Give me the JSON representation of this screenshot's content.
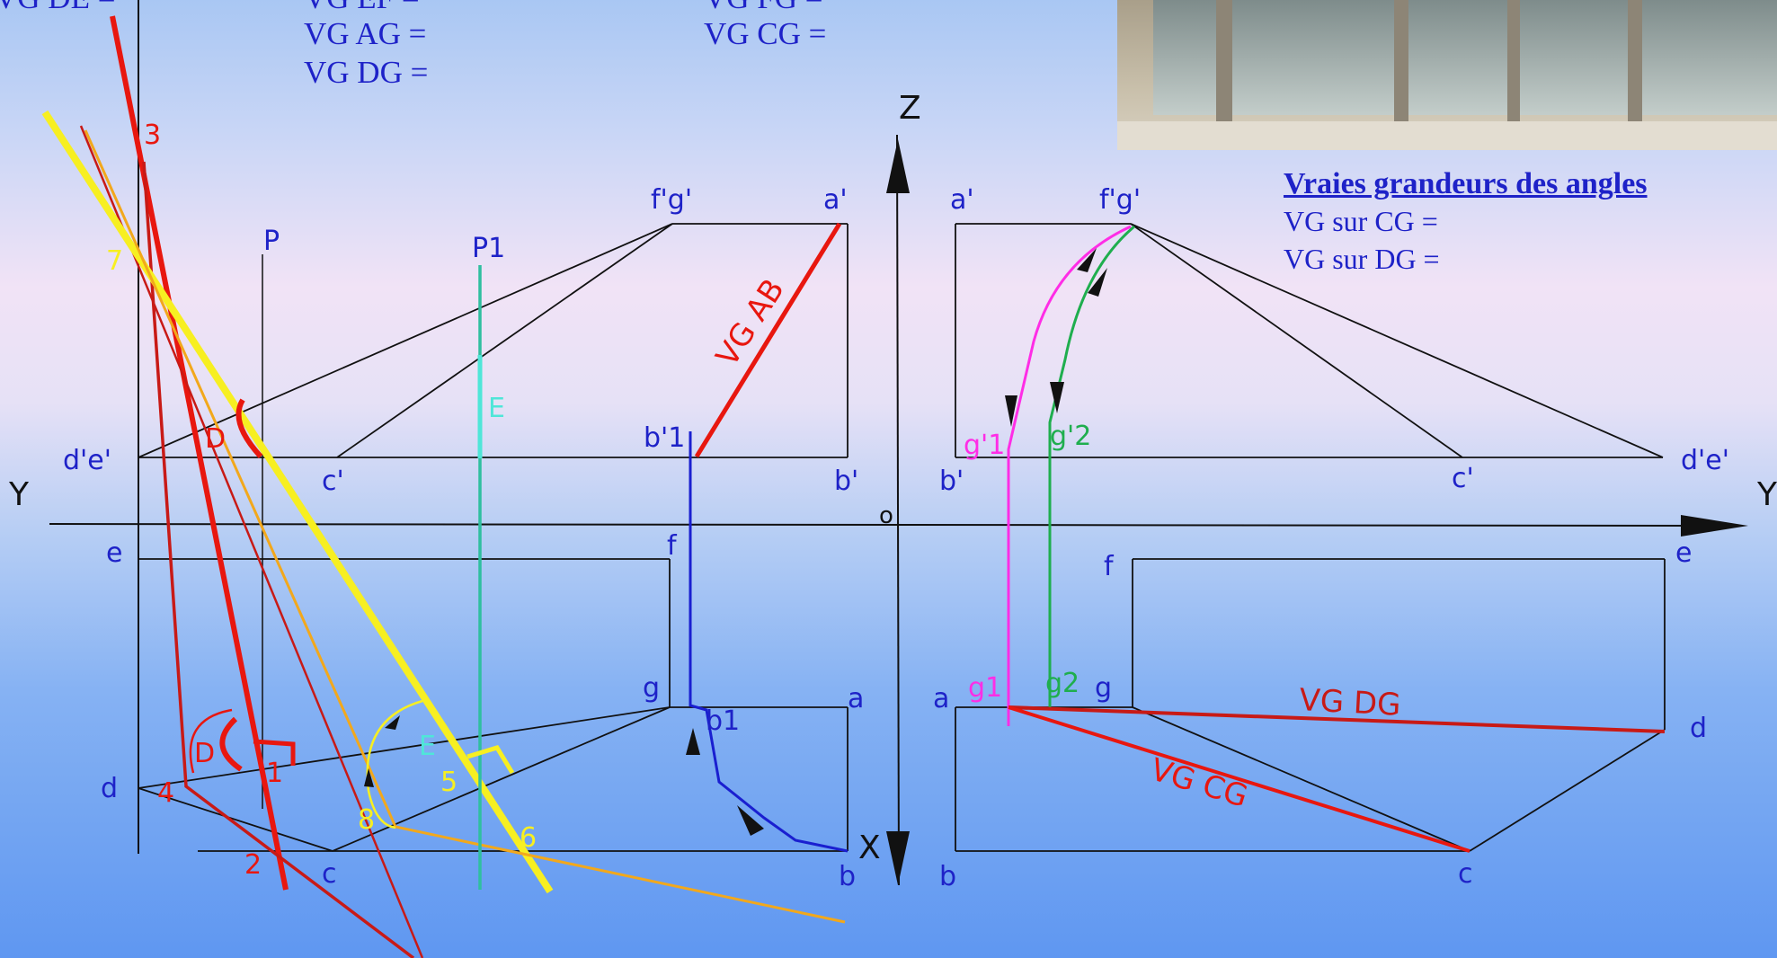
{
  "header": {
    "vg_ef": "VG EF =",
    "vg_fg": "VG FG =",
    "vg_ag": "VG AG =",
    "vg_cg": "VG CG =",
    "vg_dg": "VG DG =",
    "vg_de": "VG DE ="
  },
  "angles_panel": {
    "title": "Vraies grandeurs des angles",
    "cg": "VG sur CG =",
    "dg": "VG sur DG ="
  },
  "axes": {
    "z": "Z",
    "x": "X",
    "y_left": "Y",
    "y_right": "Y",
    "origin": "o"
  },
  "left_view": {
    "fg_top": "f'g'",
    "a_top": "a'",
    "de_top": "d'e'",
    "c_top": "c'",
    "b1_top": "b'1",
    "b_top": "b'",
    "e": "e",
    "f": "f",
    "g": "g",
    "a": "a",
    "b1": "b1",
    "d": "d",
    "c": "c",
    "b": "b",
    "plane_p": "P",
    "plane_p1": "P1"
  },
  "right_view": {
    "a_top": "a'",
    "fg_top": "f'g'",
    "b_top": "b'",
    "g1_top": "g'1",
    "g2_top": "g'2",
    "c_top": "c'",
    "de_top": "d'e'",
    "f": "f",
    "e": "e",
    "a": "a",
    "g1": "g1",
    "g2": "g2",
    "g": "g",
    "d": "d",
    "b": "b",
    "c": "c"
  },
  "annotations": {
    "vg_ab": "VG AB",
    "vg_dg": "VG DG",
    "vg_cg": "VG CG",
    "d_upper": "D",
    "d_lower": "D",
    "e_upper": "E",
    "e_lower": "E",
    "n1": "1",
    "n2": "2",
    "n3": "3",
    "n4": "4",
    "n5": "5",
    "n6": "6",
    "n7": "7",
    "n8": "8"
  },
  "colors": {
    "construction_red": "#e8170f",
    "dark_red": "#c81a16",
    "yellow": "#f7ef21",
    "orange": "#f2a81c",
    "teal": "#2fbf9f",
    "cyan": "#4fe6d8",
    "magenta": "#ff2de6",
    "green": "#1fae4e",
    "label_blue": "#1e22c8",
    "black": "#111111"
  }
}
